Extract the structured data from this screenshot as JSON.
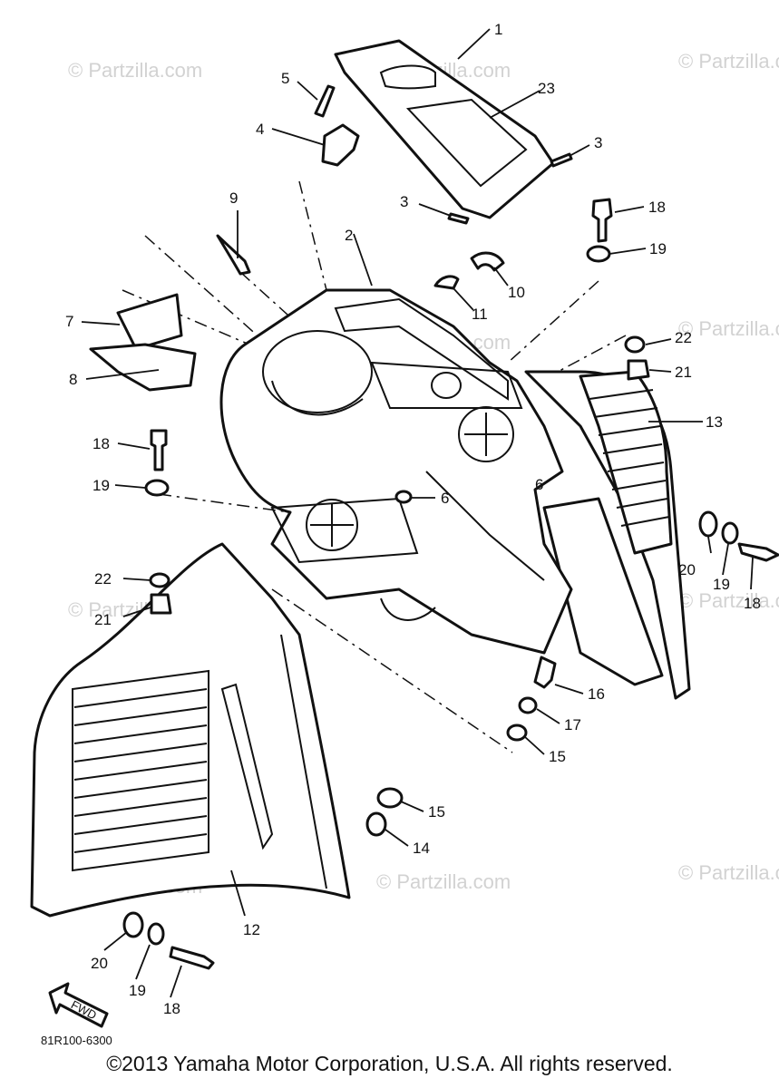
{
  "watermark": "© Partzilla.com",
  "callouts": [
    "1",
    "2",
    "3",
    "3",
    "4",
    "5",
    "6",
    "6",
    "7",
    "8",
    "9",
    "10",
    "11",
    "12",
    "13",
    "14",
    "15",
    "15",
    "16",
    "17",
    "18",
    "18",
    "18",
    "18",
    "19",
    "19",
    "19",
    "19",
    "20",
    "20",
    "21",
    "21",
    "22",
    "22",
    "23"
  ],
  "diagram_code": "81R100-6300",
  "fwd_label": "FWD",
  "copyright": "©2013 Yamaha Motor Corporation, U.S.A. All rights reserved."
}
